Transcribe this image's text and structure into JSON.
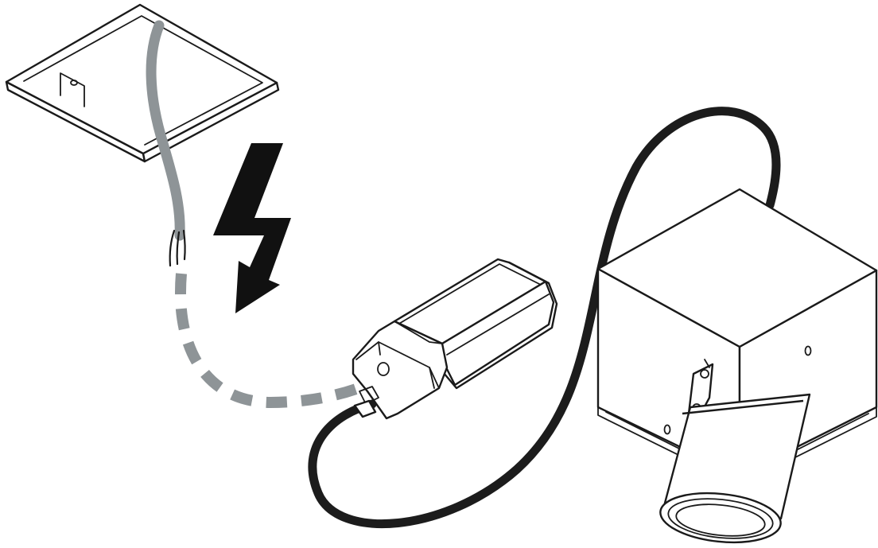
{
  "diagram": {
    "steps": [
      {
        "name": "ceiling-outlet",
        "icon": "ceiling-junction-box-icon"
      },
      {
        "name": "mains-warning",
        "icon": "lightning-bolt-icon"
      },
      {
        "name": "wiring-connection",
        "icon": "dashed-connection-icon"
      },
      {
        "name": "led-driver",
        "icon": "power-driver-icon"
      },
      {
        "name": "spotlight-fixture",
        "icon": "cube-spotlight-icon"
      }
    ],
    "colors": {
      "line": "#1a1a1a",
      "mains-cable": "#8e9497",
      "driver-cable": "#1a1a1a",
      "background": "#ffffff"
    }
  }
}
